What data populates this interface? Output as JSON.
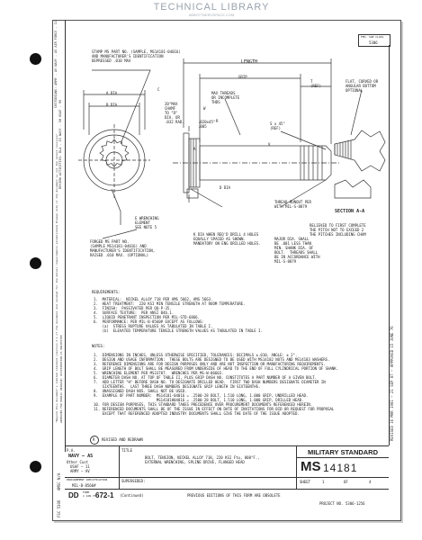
{
  "watermark": {
    "top": "TECHNICAL LIBRARY",
    "bottom": "ABBOTTAEROSPACE.COM"
  },
  "fsc_box": {
    "label": "FED. SUP CLASS",
    "value": "5306"
  },
  "left_margin": {
    "custodians": "CUSTODIANS: ARMY - AV  NAVY - AS  AIR FORCE - 11",
    "reviewers": "REVIEW ACTIVITIES: DLA - IS  NAVY - SH  USAF - 99",
    "notice": "\"Beyond this document's limited standard (section 2.1 of the document and related for the detail requirements established) Please note if the document is not the latest revision\"",
    "approval": "APPROVED FOR PUBLIC RELEASE; DISTRIBUTION IS UNLIMITED",
    "right_vertical": "REVISED 16 MAR 1981 — 21 SEP 87 — APPROVED 15 JUNE 76"
  },
  "drawing": {
    "stamp_note": "STAMP MS PART NO. (SAMPLE, MS14181-04016)\nAND MANUFACTURER'S IDENTIFICATION\nDEPRESSED .010 MAX",
    "dim_length": "LENGTH",
    "dim_grip": "GRIP",
    "dim_t": "T\n(REF)",
    "dim_a_dia": "A DIA",
    "dim_b_dia": "B DIA",
    "dim_c": "C",
    "dim_angle": "20°MAX\nCHAMF\nTO \"D\"\nDIA. OR\n.032 RAD.",
    "dim_w": "W",
    "dim_r": "R",
    "thread_note": "MAX THREADS\nOR INCOMPLETE\nTHDS",
    "dim_angle2": ".020x45°\n.005",
    "dim_s": "S x 45°\n(REF)",
    "dim_v": "V",
    "flat_note": "FLAT, CURVED OR\nANGULAR BOTTOM\nOPTIONAL",
    "section_label": "SECTION A-A",
    "d_dia": "D DIA",
    "e_note": "E WRENCHING\nELEMENT\nSEE NOTE 5",
    "forged_note": "FORGED MS PART NO.\n(SAMPLE MS14181-04016) AND\nMANUFACTURER'S IDENTIFICATION,\nRAISED .010 MAX. (OPTIONAL)",
    "k_note": "K DIA WHEN REQ'D DRILL 4 HOLES\nEQUALLY SPACED AS SHOWN.\nMANDATORY ON ENG DRILLED HOLES.",
    "major_note": "MAJOR DIA. SHALL\nBE .001 LESS THAN\nMIN. SHANK DIA. OF\nBOLT.  THREADS SHALL\nBE IN ACCORDANCE WITH\nMIL-S-8879",
    "thread_runout": "THREAD RUNOUT PER\nWITH MIL-S-8879",
    "first_thread": "RELIEVED TO FIRST COMPLETE\nTHE PITCH NOT TO EXCEED 2\nTHE PITCHES INCLUDING CHAM",
    "spline_mark": "A"
  },
  "requirements": {
    "heading": "REQUIREMENTS:",
    "items": [
      "1.  MATERIAL:  NICKEL ALLOY 718 PER AMS 5662, AMS 5663.",
      "2.  HEAT TREATMENT:  220 KSI MIN TENSILE STRENGTH AT ROOM TEMPERATURE.",
      "3.  FINISH:  PASSIVATED PER QQ-P-35.",
      "4.  SURFACE TEXTURE:  PER ANSI B46.1.",
      "5.  LIQUID PENETRANT INSPECTION PER MIL-STD-6866.",
      "6.  PERFORMANCE: PER MIL-B-8560# EXCEPT AS FOLLOWS:",
      "    (a)  STRESS RUPTURE VALUES AS TABULATED IN TABLE I.",
      "    (b)  ELEVATED TEMPERATURE TENSILE STRENGTH VALUES AS TABULATED IN TABLE I."
    ]
  },
  "notes": {
    "heading": "NOTES:",
    "items": [
      "1.  DIMENSIONS IN INCHES, UNLESS OTHERWISE SPECIFIED, TOLERANCES: DECIMALS ±.010, ANGLE: ± 2°.",
      "2.  DESIGN AND USAGE INFORMATION:  THESE BOLTS ARE DESIGNED TO BE USED WITH MS14182 NUTS AND MS14183 WASHERS.",
      "3.  REFERENCE DIMENSIONS ARE FOR DESIGN PURPOSES ONLY AND ARE NOT INSPECTION OR MANUFACTURING REQUIREMENTS.",
      "4.  GRIP LENGTH OF BOLT SHALL BE MEASURED FROM UNDERSIDE OF HEAD TO THE END OF FULL CYLINDRICAL PORTION OF SHANK.",
      "5.  WRENCHING ELEMENT PER MS33787.  WRENCHES PER MS-W-06603.",
      "6.  DIAMETER DASH NO. AT TOP OF TABLE II, PLUS GRIP DASH NO. CONSTITUTES A PART NUMBER OF A GIVEN BOLT.",
      "7.  ADD LETTER \"H\" BEFORE DASH NO. TO DESIGNATE DRILLED HEAD.  FIRST TWO DASH NUMBERS DESIGNATE DIAMETER IN",
      "    SIXTEENTHS.  LAST THREE DASH NUMBERS DESIGNATE GRIP LENGTH IN SIXTEENTHS.",
      "8.  UNASSIGNED DASH NOS. SHALL NOT BE USED.",
      "9.  EXAMPLE OF PART NUMBER:  MS14181-04016 = .2500-28 BOLT, 1.510 LONG, 1.000 GRIP, UNDRILLED HEAD.",
      "                             MS14181H04016 = .2500-28 BOLT, 1.510 LONG, 1.000 GRIP, DRILLED HEAD.",
      "10. FOR DESIGN PURPOSES, THIS STANDARD TAKES PRECEDENCE OVER PROCUREMENT DOCUMENTS REFERENCED HEREIN.",
      "11. REFERENCED DOCUMENTS SHALL BE OF THE ISSUE IN EFFECT ON DATE OF INVITATIONS FOR BID OR REQUEST FOR PROPOSAL",
      "    EXCEPT THAT REFERENCED ADOPTED INDUSTRY DOCUMENTS SHALL GIVE THE DATE OF THE ISSUE ADOPTED."
    ]
  },
  "revision": {
    "mark": "R",
    "text": "REVISED AND REDRAWN"
  },
  "title_block": {
    "pa_label": "P.A.",
    "pa_value": "NAVY — AS",
    "other_cust_label": "Other Cust",
    "other_cust_lines": "USAF — 11\nARMY — AV",
    "title_label": "TITLE",
    "title_text": "BOLT, TENSION, NICKEL ALLOY 718, 220 KSI Ftu, 800°F.,\nEXTERNAL WRENCHING, SPLINE DRIVE, FLANGED HEAD",
    "std_label": "MILITARY STANDARD",
    "ms_prefix": "MS",
    "ms_number": "14181",
    "spec_label": "PROCUREMENT SPECIFICATION",
    "spec_value": "MIL-B-8560#",
    "superseded_label": "SUPERSEDED:",
    "sheet_label": "SHEET",
    "sheet_num": "1",
    "sheet_of": "OF",
    "sheet_total": "4"
  },
  "footer": {
    "dd": "DD",
    "form_date": "FORM\n1 JAN 73",
    "form_no": "672-1",
    "continued": "(Continued)",
    "prev_note": "PREVIOUS EDITIONS OF THIS FORM ARE OBSOLETE",
    "project": "PROJECT NO. 5306-1256",
    "amsc": "AMSC N/A",
    "fsc_side": "FSC 5306"
  }
}
